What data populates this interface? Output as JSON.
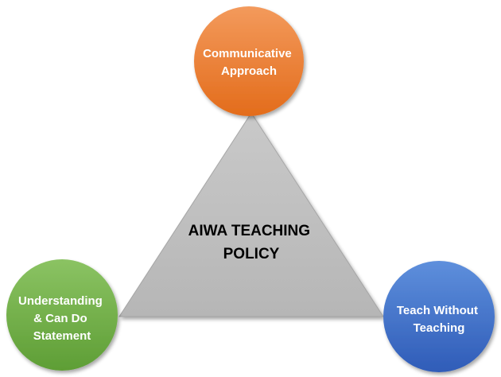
{
  "center": {
    "lines": [
      "AIWA TEACHING",
      "POLICY"
    ]
  },
  "nodes": {
    "top": {
      "lines": [
        "Communicative",
        "Approach"
      ],
      "color": "#ED7D31"
    },
    "left": {
      "lines": [
        "Understanding",
        "& Can Do",
        "Statement"
      ],
      "color": "#70AD47"
    },
    "right": {
      "lines": [
        "Teach Without",
        "Teaching"
      ],
      "color": "#4472C4"
    }
  },
  "triangle": {
    "color": "#BFBFBF"
  }
}
